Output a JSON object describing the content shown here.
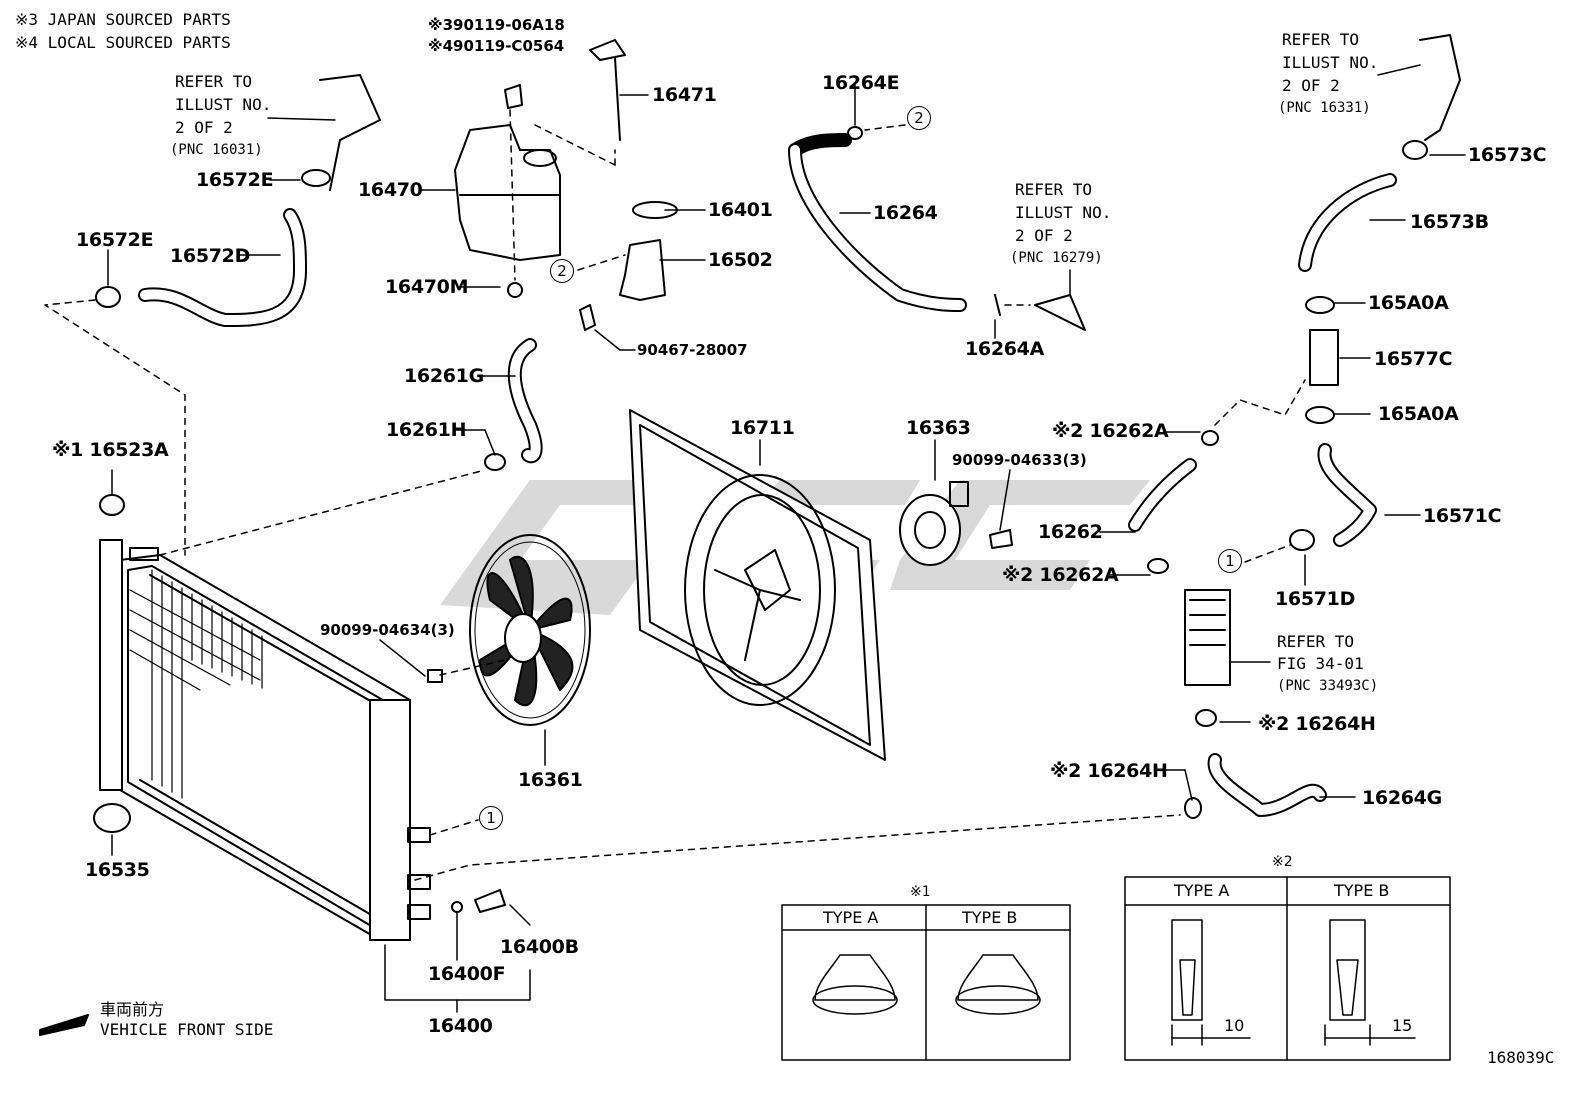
{
  "notes": {
    "japan": "※3 JAPAN SOURCED PARTS",
    "local": "※4 LOCAL SOURCED PARTS",
    "ref_16031": [
      "REFER TO",
      "ILLUST NO.",
      "2 OF 2",
      "(PNC 16031)"
    ],
    "ref_16279": [
      "REFER TO",
      "ILLUST NO.",
      "2 OF 2",
      "(PNC 16279)"
    ],
    "ref_16331": [
      "REFER TO",
      "ILLUST NO.",
      "2 OF 2",
      "(PNC 16331)"
    ],
    "ref_33493c": [
      "REFER TO",
      "FIG 34-01",
      "(PNC 33493C)"
    ],
    "front_jp": "車両前方",
    "front_en": "VEHICLE FRONT SIDE",
    "figure_id": "168039C"
  },
  "parts": {
    "p16572E_a": "16572E",
    "p16572E_b": "16572E",
    "p16572D": "16572D",
    "p90119_3": "※390119-06A18",
    "p90119_4": "※490119-C0564",
    "p16471": "16471",
    "p16470": "16470",
    "p16401": "16401",
    "p16502": "16502",
    "p16470M": "16470M",
    "p90467": "90467-28007",
    "p16264E": "16264E",
    "p16264": "16264",
    "p16264A": "16264A",
    "p16573C": "16573C",
    "p16573B": "16573B",
    "p165A0A_a": "165A0A",
    "p16577C": "16577C",
    "p165A0A_b": "165A0A",
    "p16261G": "16261G",
    "p16261H": "16261H",
    "p16523A": "※1 16523A",
    "p16711": "16711",
    "p16363": "16363",
    "p90099_04633": "90099-04633(3)",
    "p16262A_a": "※2 16262A",
    "p16262": "16262",
    "p16262A_b": "※2 16262A",
    "p16571C": "16571C",
    "p16571D": "16571D",
    "p90099_04634": "90099-04634(3)",
    "p16361": "16361",
    "p16264H_a": "※2 16264H",
    "p16264H_b": "※2 16264H",
    "p16264G": "16264G",
    "p16535": "16535",
    "p16400B": "16400B",
    "p16400F": "16400F",
    "p16400": "16400"
  },
  "callouts": {
    "c1": "1",
    "c2": "2"
  },
  "tables": {
    "t1": {
      "mark": "※1",
      "col_a": "TYPE A",
      "col_b": "TYPE B"
    },
    "t2": {
      "mark": "※2",
      "col_a": "TYPE A",
      "col_b": "TYPE B",
      "dim_a": "10",
      "dim_b": "15"
    }
  }
}
